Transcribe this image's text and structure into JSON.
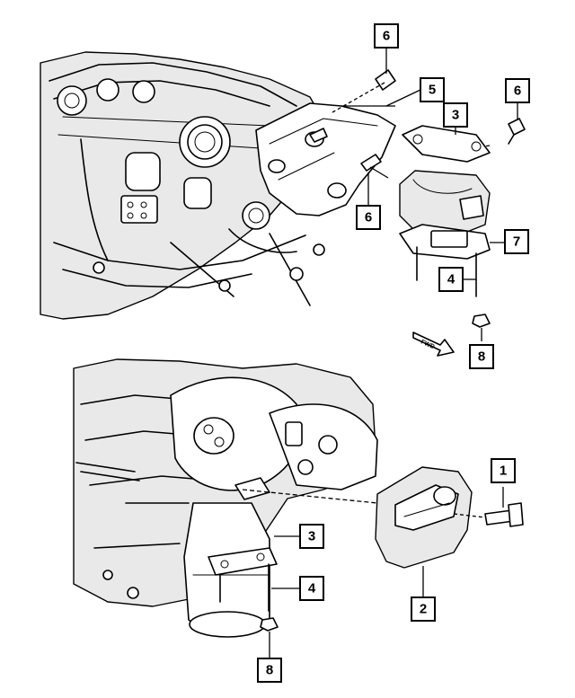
{
  "callouts": [
    {
      "id": "c1",
      "label": "1"
    },
    {
      "id": "c2",
      "label": "2"
    },
    {
      "id": "c3a",
      "label": "3"
    },
    {
      "id": "c3b",
      "label": "3"
    },
    {
      "id": "c4a",
      "label": "4"
    },
    {
      "id": "c4b",
      "label": "4"
    },
    {
      "id": "c5",
      "label": "5"
    },
    {
      "id": "c6a",
      "label": "6"
    },
    {
      "id": "c6b",
      "label": "6"
    },
    {
      "id": "c6c",
      "label": "6"
    },
    {
      "id": "c7",
      "label": "7"
    },
    {
      "id": "c8a",
      "label": "8"
    },
    {
      "id": "c8b",
      "label": "8"
    }
  ],
  "fwd_label": "FWD",
  "colors": {
    "ink": "#000000",
    "paper": "#ffffff",
    "shade": "#e9e9e9"
  }
}
